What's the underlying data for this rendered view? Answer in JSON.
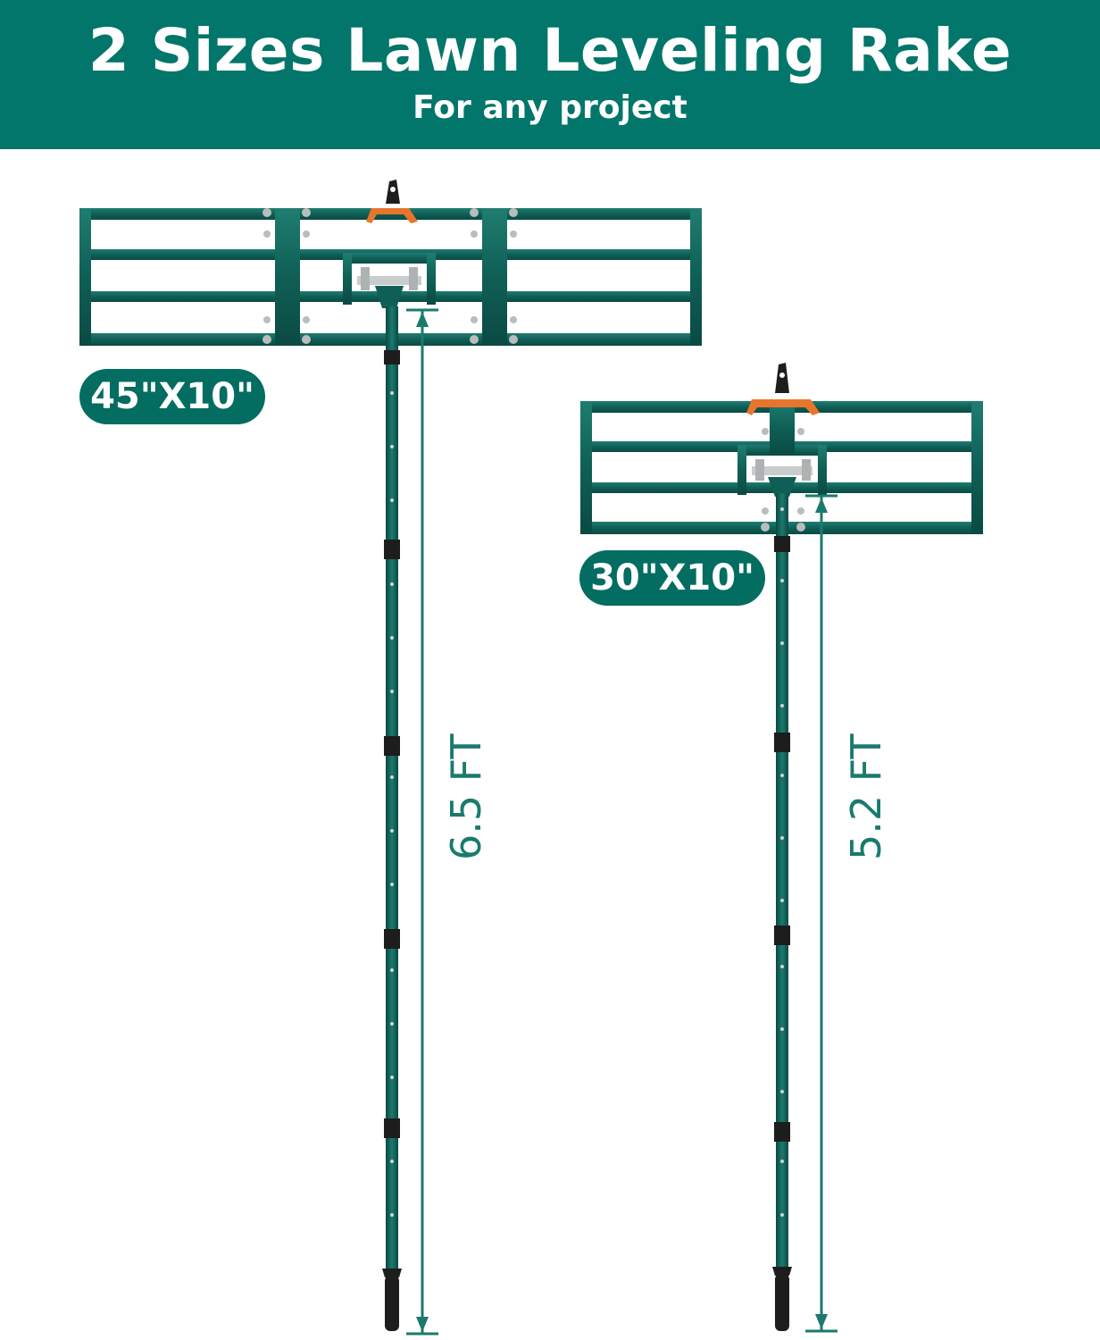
{
  "banner": {
    "title": "2 Sizes Lawn Leveling Rake",
    "subtitle": "For any project"
  },
  "products": [
    {
      "size_label": "45\"X10\"",
      "handle_length_label": "6.5 FT"
    },
    {
      "size_label": "30\"X10\"",
      "handle_length_label": "5.2 FT"
    }
  ],
  "colors": {
    "banner": "#02766a",
    "frame": "#0f5f56",
    "accent": "#e8752c",
    "grip": "#1d1d1d",
    "measure": "#1a7a6e"
  }
}
